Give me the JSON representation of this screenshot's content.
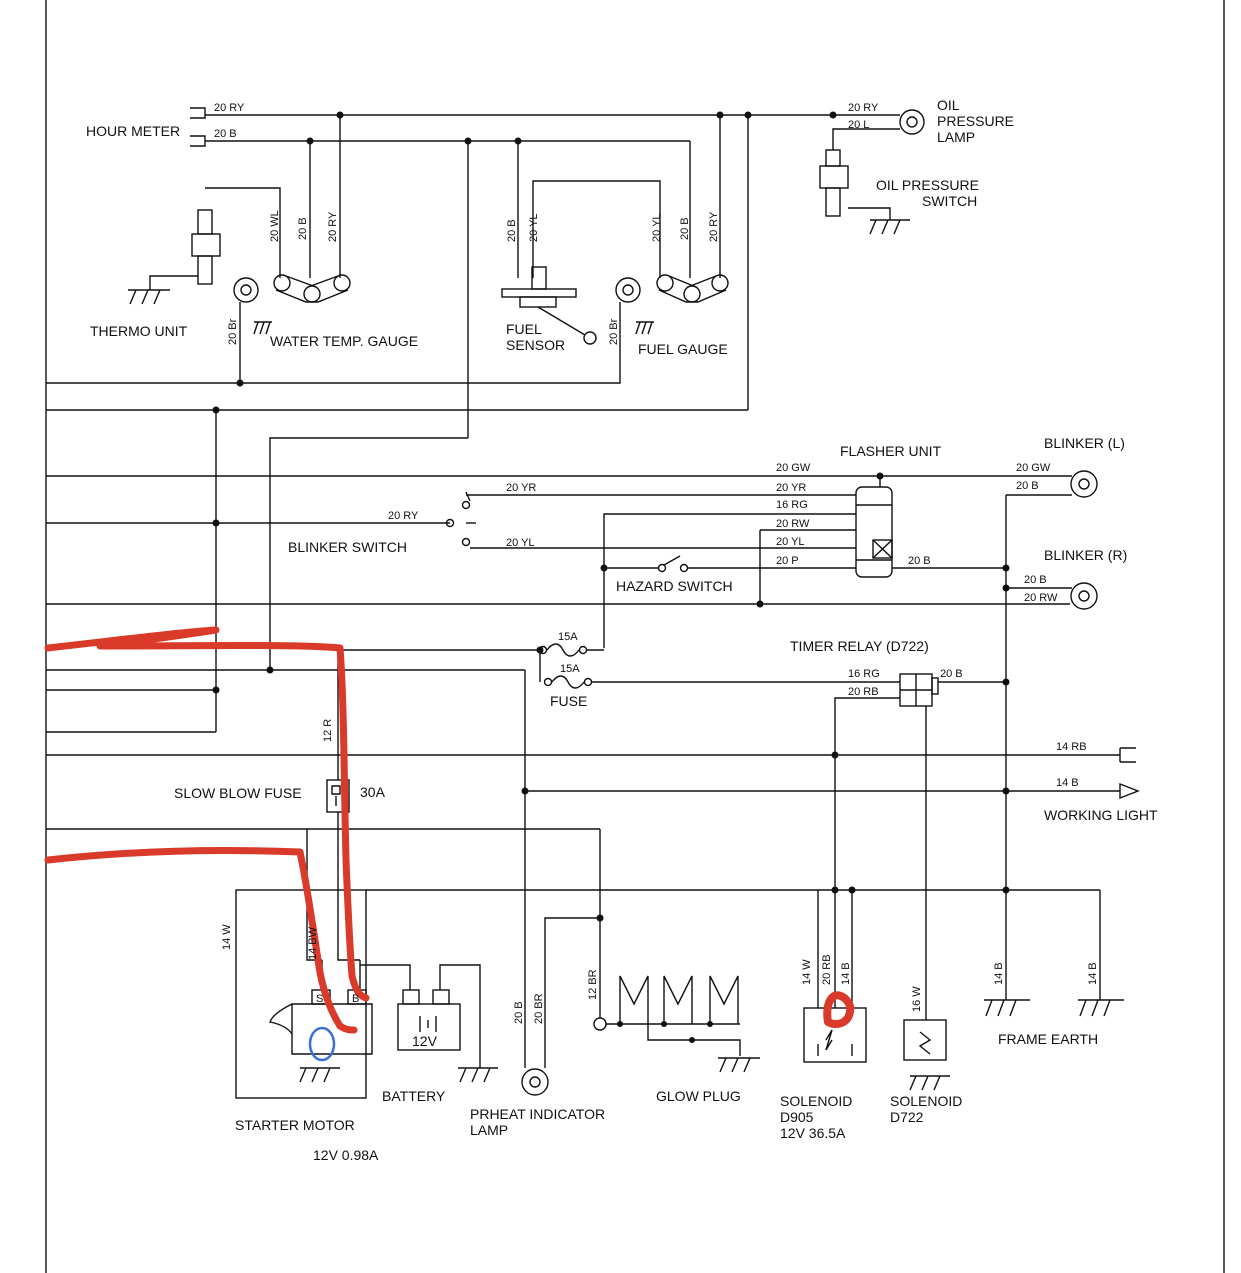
{
  "labels": {
    "hour_meter": "HOUR METER",
    "oil_pressure_lamp": [
      "OIL",
      "PRESSURE",
      "LAMP"
    ],
    "oil_pressure_switch": [
      "OIL PRESSURE",
      "SWITCH"
    ],
    "thermo_unit": "THERMO UNIT",
    "water_temp_gauge": "WATER TEMP. GAUGE",
    "fuel_sensor": [
      "FUEL",
      "SENSOR"
    ],
    "fuel_gauge": "FUEL GAUGE",
    "flasher_unit": "FLASHER UNIT",
    "blinker_l": "BLINKER (L)",
    "blinker_r": "BLINKER (R)",
    "blinker_switch": "BLINKER SWITCH",
    "hazard_switch": "HAZARD SWITCH",
    "timer_relay": "TIMER RELAY (D722)",
    "fuse": "FUSE",
    "fuse_15a": "15A",
    "slow_blow_fuse": "SLOW BLOW FUSE",
    "slow_blow_rating": "30A",
    "working_light": "WORKING LIGHT",
    "starter_motor": "STARTER MOTOR",
    "starter_rating": "12V  0.98A",
    "battery": "BATTERY",
    "battery_voltage": "12V",
    "preheat_lamp": [
      "PRHEAT INDICATOR",
      "LAMP"
    ],
    "glow_plug": "GLOW PLUG",
    "solenoid_d905": [
      "SOLENOID",
      "D905",
      "12V  36.5A"
    ],
    "solenoid_d722": [
      "SOLENOID",
      "D722"
    ],
    "frame_earth": "FRAME EARTH",
    "terminal_s": "S",
    "terminal_b": "B"
  },
  "wires": {
    "w20RY": "20 RY",
    "w20B": "20 B",
    "w20L": "20 L",
    "w20WL": "20 WL",
    "w20YL": "20 YL",
    "w20Br": "20 Br",
    "w20GW": "20 GW",
    "w20YR": "20 YR",
    "w16RG": "16 RG",
    "w20RW": "20 RW",
    "w20P": "20 P",
    "w20RB": "20 RB",
    "w14RB": "14 RB",
    "w14B": "14 B",
    "w12R": "12 R",
    "w14W": "14 W",
    "w14BW": "14 BW",
    "w20BR": "20 BR",
    "w12BR": "12 BR",
    "w16W": "16 W"
  },
  "annotation_color": "#d93a2a",
  "highlight_color": "#3b6fd6"
}
